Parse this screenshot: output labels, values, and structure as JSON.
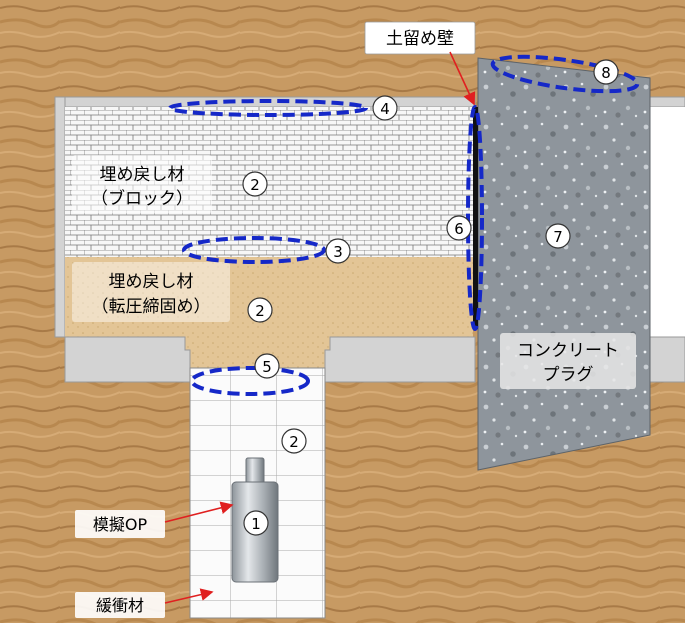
{
  "labels": {
    "backfill_block_line1": "埋め戻し材",
    "backfill_block_line2": "（ブロック）",
    "backfill_compact_line1": "埋め戻し材",
    "backfill_compact_line2": "（転圧締固め）",
    "concrete_plug_line1": "コンクリート",
    "concrete_plug_line2": "プラグ",
    "retaining_wall": "土留め壁",
    "simulated_op": "模擬OP",
    "buffer_material": "緩衝材"
  },
  "markers": {
    "m1": "1",
    "m2a": "2",
    "m2b": "2",
    "m2c": "2",
    "m3": "3",
    "m4": "4",
    "m5": "5",
    "m6": "6",
    "m7": "7",
    "m8": "8"
  },
  "colors": {
    "soil": "#c79a63",
    "soil_dark": "#a87a47",
    "gray_slab": "#d3d3d3",
    "concrete": "#8e959c",
    "compacted": "#e3c596",
    "dashed_blue": "#1528c8",
    "arrow_red": "#e02020"
  }
}
